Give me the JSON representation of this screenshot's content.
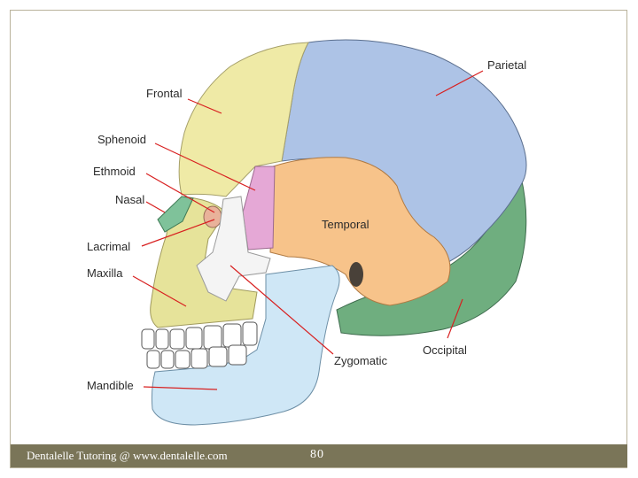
{
  "labels": {
    "frontal": "Frontal",
    "parietal": "Parietal",
    "sphenoid": "Sphenoid",
    "ethmoid": "Ethmoid",
    "nasal": "Nasal",
    "temporal": "Temporal",
    "lacrimal": "Lacrimal",
    "maxilla": "Maxilla",
    "mandible": "Mandible",
    "zygomatic": "Zygomatic",
    "occipital": "Occipital"
  },
  "colors": {
    "frontal": "#efeaa6",
    "parietal": "#adc3e6",
    "temporal": "#f7c38a",
    "occipital": "#6fae7f",
    "sphenoid": "#e5a8d6",
    "maxilla": "#e6e39a",
    "mandible": "#cfe7f6",
    "zygomatic": "#f4f4f4",
    "nasal": "#7fc29a",
    "leader_line": "#d82020",
    "footer_bg": "#7a7558"
  },
  "footer": {
    "credit": "Dentalelle Tutoring @ www.dentalelle.com",
    "page_number": "80"
  }
}
